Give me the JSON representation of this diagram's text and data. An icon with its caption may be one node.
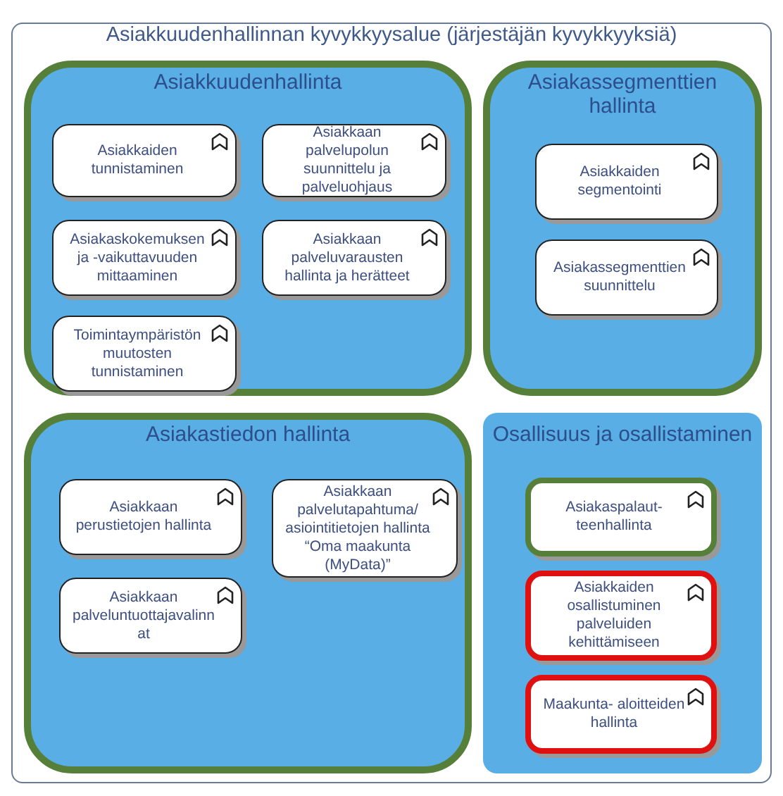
{
  "diagram": {
    "nodes": [
      {
        "text": [
          "Asiakkuudenhallinnan kyvykkyysalue (järjestäjän kyvykkyyksiä)"
        ]
      },
      {
        "text": [
          "Asiakkuudenhallinta"
        ],
        "in": 0
      },
      {
        "text": [
          "Asiakkaiden tunnistaminen"
        ],
        "in": 1
      },
      {
        "text": [
          "Asiakkaan palvelupolun suunnittelu ja palveluohjaus"
        ],
        "in": 1
      },
      {
        "text": [
          "Asiakaskokemuksen ja -vaikuttavuuden mittaaminen"
        ],
        "in": 1
      },
      {
        "text": [
          "Asiakkaan palveluvarausten hallinta ja herätteet"
        ],
        "in": 1
      },
      {
        "text": [
          "Toimintaympäristön muutosten tunnistaminen"
        ],
        "in": 1
      },
      {
        "text": [
          "Asiakassegmenttien hallinta"
        ],
        "in": 0
      },
      {
        "text": [
          "Asiakkaiden segmentointi"
        ],
        "in": 7
      },
      {
        "text": [
          "Asiakassegmenttien suunnittelu"
        ],
        "in": 7
      },
      {
        "text": [
          "Asiakastiedon hallinta"
        ],
        "in": 0
      },
      {
        "text": [
          "Asiakkaan perustietojen hallinta"
        ],
        "in": 10
      },
      {
        "text": [
          "Asiakkaan palvelutapahtuma/ asiointitietojen hallinta “Oma maakunta (MyData)”"
        ],
        "in": 10
      },
      {
        "text": [
          "Asiakkaan palveluntuottajavalinnat"
        ],
        "in": 10
      },
      {
        "text": [
          "Osallisuus ja osallistaminen"
        ],
        "in": 0
      },
      {
        "text": [
          "Asiakaspalaut- teenhallinta"
        ],
        "in": 14
      },
      {
        "text": [
          "Asiakkaiden osallistuminen palveluiden kehittämiseen"
        ],
        "in": 14
      },
      {
        "text": [
          "Maakunta- aloitteiden hallinta"
        ],
        "in": 14
      }
    ]
  }
}
